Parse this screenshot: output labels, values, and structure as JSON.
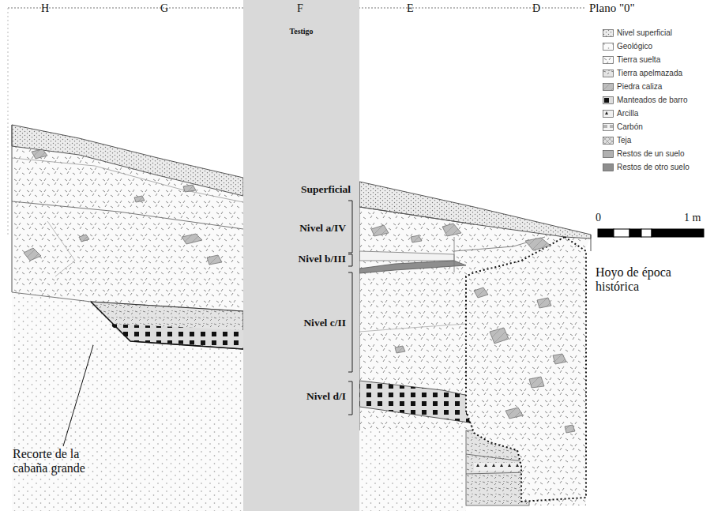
{
  "diagram": {
    "nodes": [
      {
        "text": [
          "Testigo",
          "Superficial",
          "Nivel a/IV",
          "Nivel b/III",
          "Nivel c/II",
          "Nivel d/I"
        ]
      }
    ],
    "labels": [
      "H",
      "G",
      "F",
      "E",
      "D",
      "Plano \"0\"",
      "Hoyo de época histórica",
      "Recorte de la cabaña grande",
      "0",
      "1 m"
    ],
    "legend": [
      {
        "text": "Nivel superficial"
      },
      {
        "text": "Geológico"
      },
      {
        "text": "Tierra suelta"
      },
      {
        "text": "Tierra apelmazada"
      },
      {
        "text": "Piedra caliza"
      },
      {
        "text": "Manteados de barro"
      },
      {
        "text": "Arcilla"
      },
      {
        "text": "Carbón"
      },
      {
        "text": "Teja"
      },
      {
        "text": "Restos de un suelo"
      },
      {
        "text": "Restos de otro suelo"
      }
    ]
  }
}
